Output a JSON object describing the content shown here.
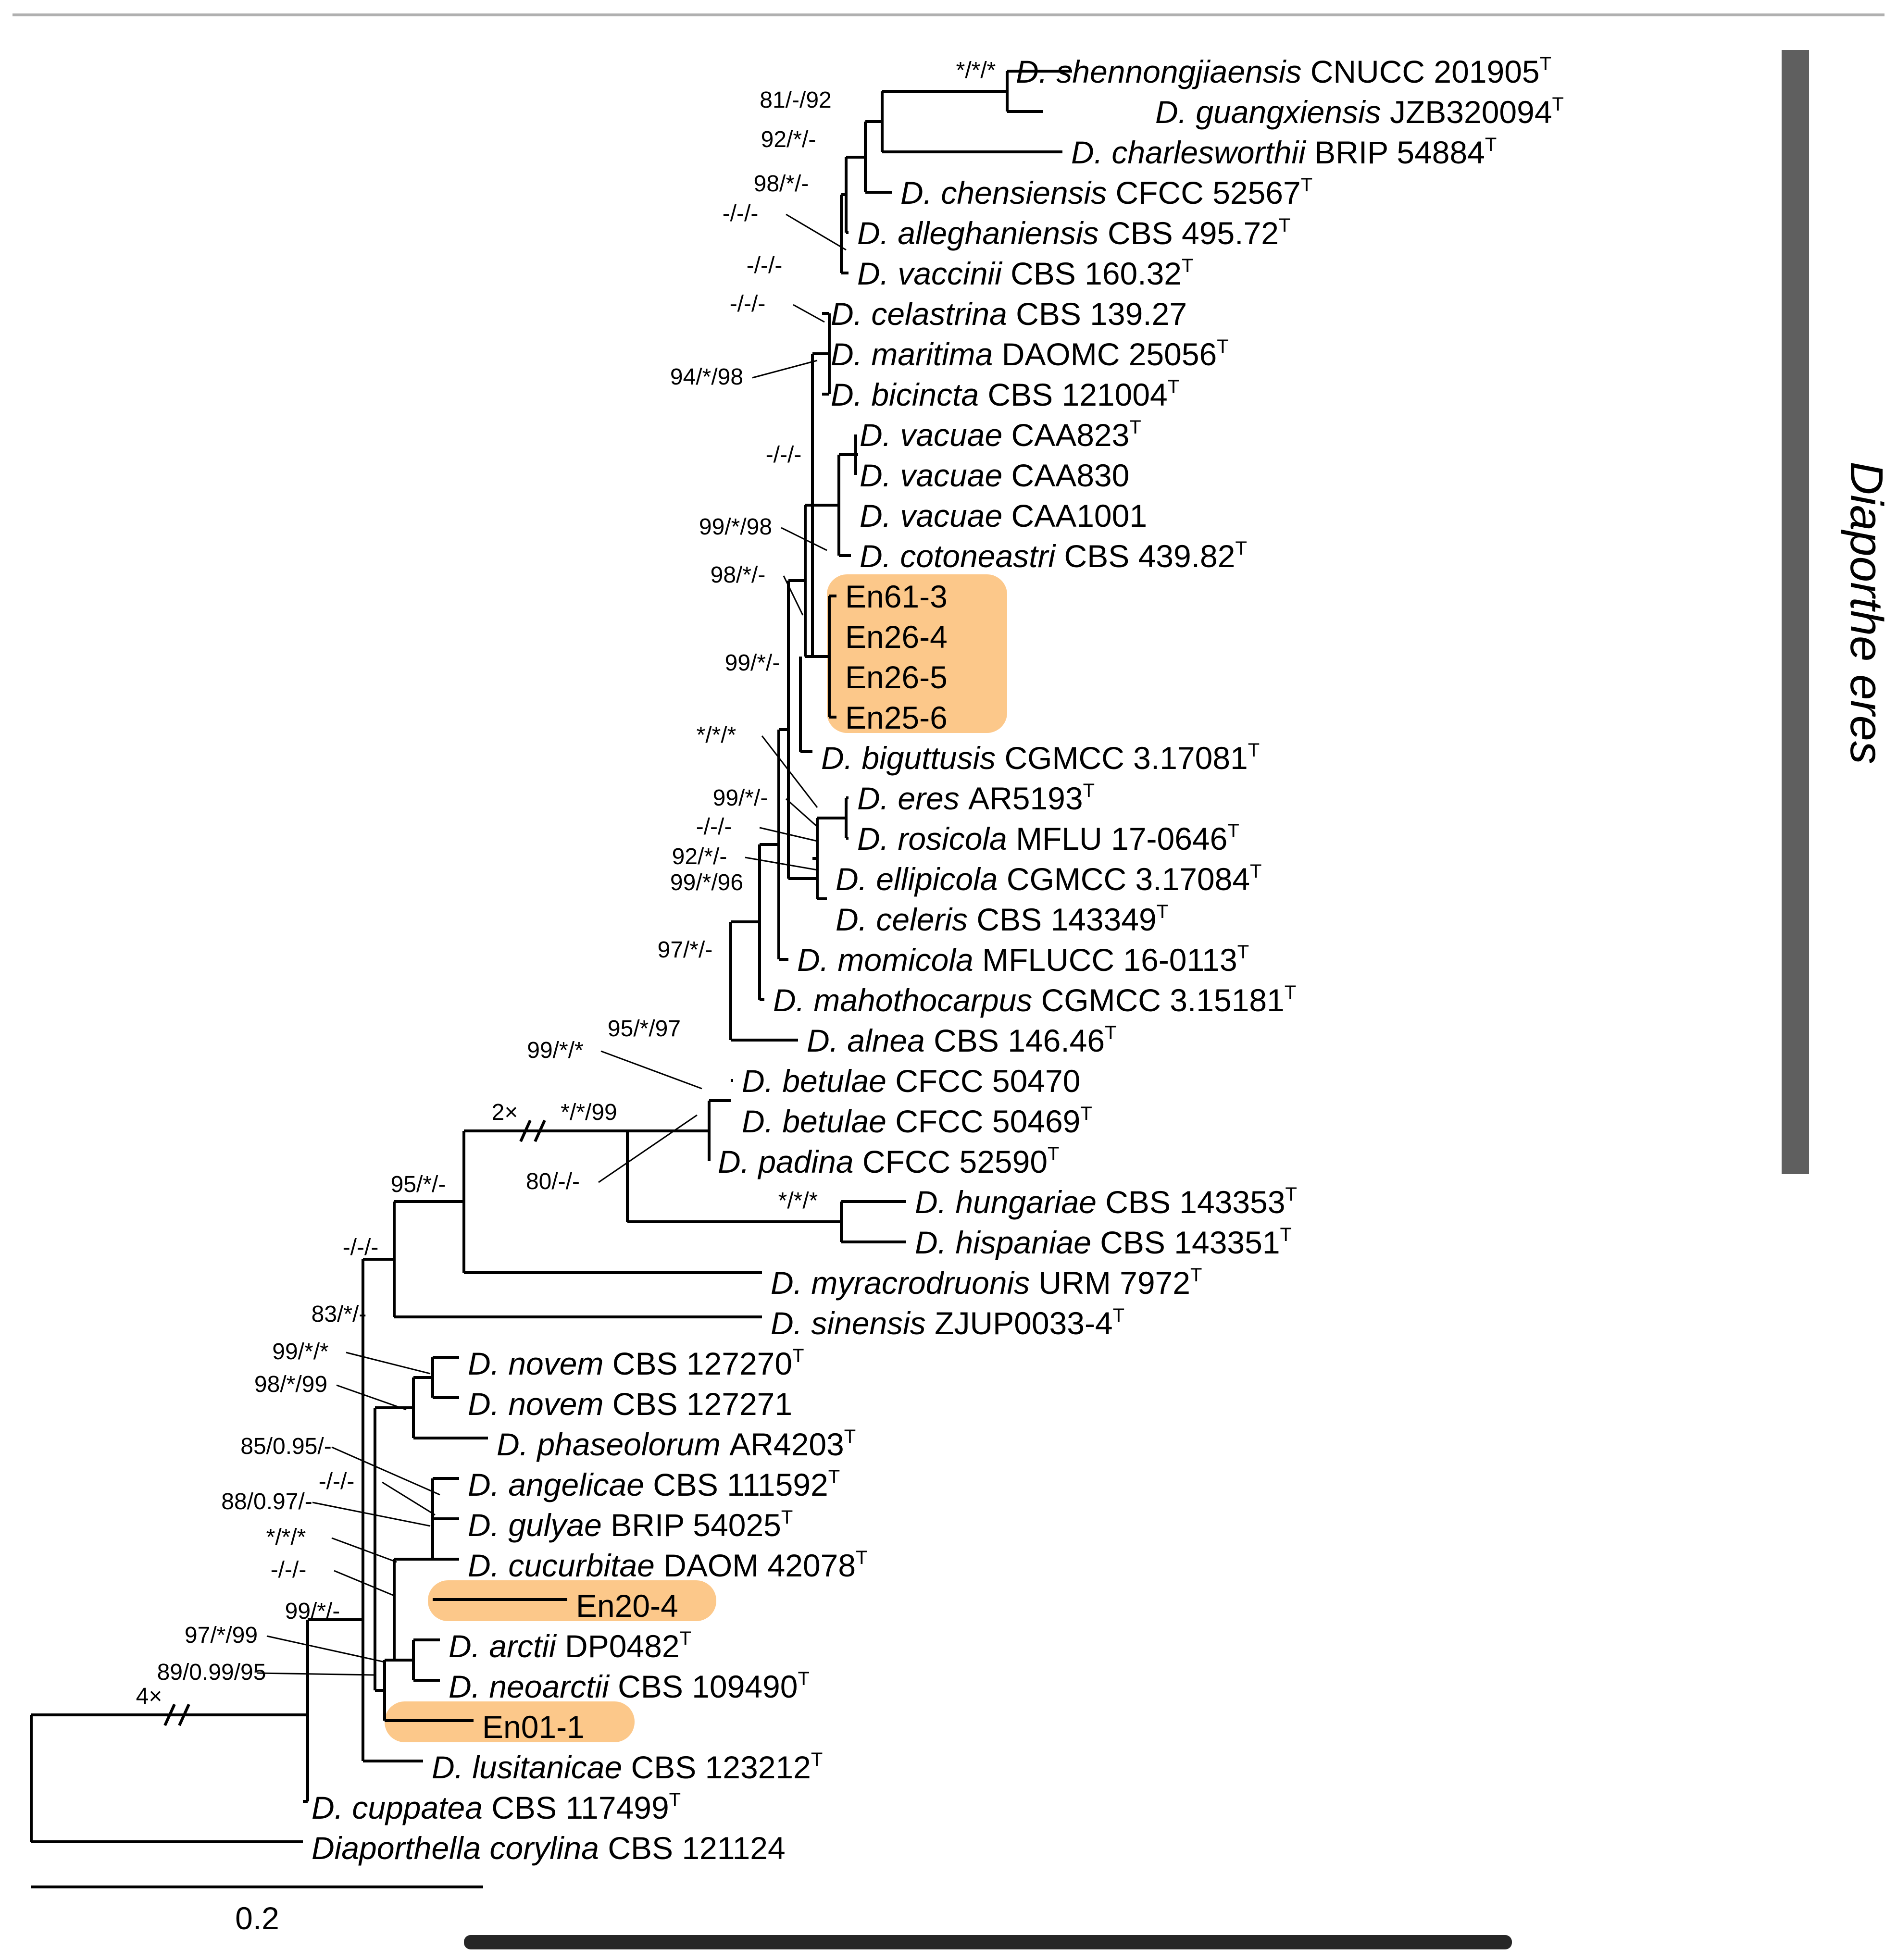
{
  "tree": {
    "clade_label": "Diaporthe eres",
    "scale_label": "0.2",
    "branch_breaks": [
      "2×",
      "4×"
    ],
    "highlight_color": "#fcc88a",
    "clade_bar_color": "#5f5f5f",
    "taxa": [
      {
        "genus": "D.",
        "species": "shennongjiaensis",
        "strain": "CNUCC 201905",
        "type": "T"
      },
      {
        "genus": "D.",
        "species": "guangxiensis",
        "strain": "JZB320094",
        "type": "T"
      },
      {
        "genus": "D.",
        "species": "charlesworthii",
        "strain": "BRIP 54884",
        "type": "T"
      },
      {
        "genus": "D.",
        "species": "chensiensis",
        "strain": "CFCC 52567",
        "type": "T"
      },
      {
        "genus": "D.",
        "species": "alleghaniensis",
        "strain": "CBS 495.72",
        "type": "T"
      },
      {
        "genus": "D.",
        "species": "vaccinii",
        "strain": "CBS 160.32",
        "type": "T"
      },
      {
        "genus": "D.",
        "species": "celastrina",
        "strain": "CBS 139.27",
        "type": ""
      },
      {
        "genus": "D.",
        "species": "maritima",
        "strain": "DAOMC 25056",
        "type": "T"
      },
      {
        "genus": "D.",
        "species": "bicincta",
        "strain": "CBS 121004",
        "type": "T"
      },
      {
        "genus": "D.",
        "species": "vacuae",
        "strain": "CAA823",
        "type": "T"
      },
      {
        "genus": "D.",
        "species": "vacuae",
        "strain": "CAA830",
        "type": ""
      },
      {
        "genus": "D.",
        "species": "vacuae",
        "strain": "CAA1001",
        "type": ""
      },
      {
        "genus": "D.",
        "species": "cotoneastri",
        "strain": "CBS 439.82",
        "type": "T"
      },
      {
        "genus": "",
        "species": "",
        "strain": "En61-3",
        "type": ""
      },
      {
        "genus": "",
        "species": "",
        "strain": "En26-4",
        "type": ""
      },
      {
        "genus": "",
        "species": "",
        "strain": "En26-5",
        "type": ""
      },
      {
        "genus": "",
        "species": "",
        "strain": "En25-6",
        "type": ""
      },
      {
        "genus": "D.",
        "species": "biguttusis",
        "strain": "CGMCC 3.17081",
        "type": "T"
      },
      {
        "genus": "D.",
        "species": "eres",
        "strain": "AR5193",
        "type": "T"
      },
      {
        "genus": "D.",
        "species": "rosicola",
        "strain": "MFLU 17-0646",
        "type": "T"
      },
      {
        "genus": "D.",
        "species": "ellipicola",
        "strain": "CGMCC 3.17084",
        "type": "T"
      },
      {
        "genus": "D.",
        "species": "celeris",
        "strain": "CBS 143349",
        "type": "T"
      },
      {
        "genus": "D.",
        "species": "momicola",
        "strain": "MFLUCC 16-0113",
        "type": "T"
      },
      {
        "genus": "D.",
        "species": "mahothocarpus",
        "strain": "CGMCC 3.15181",
        "type": "T"
      },
      {
        "genus": "D.",
        "species": "alnea",
        "strain": "CBS 146.46",
        "type": "T"
      },
      {
        "genus": "D.",
        "species": "betulae",
        "strain": "CFCC 50470",
        "type": ""
      },
      {
        "genus": "D.",
        "species": "betulae",
        "strain": "CFCC 50469",
        "type": "T"
      },
      {
        "genus": "D.",
        "species": "padina",
        "strain": "CFCC 52590",
        "type": "T"
      },
      {
        "genus": "D.",
        "species": "hungariae",
        "strain": "CBS 143353",
        "type": "T"
      },
      {
        "genus": "D.",
        "species": "hispaniae",
        "strain": "CBS 143351",
        "type": "T"
      },
      {
        "genus": "D.",
        "species": "myracrodruonis",
        "strain": "URM 7972",
        "type": "T"
      },
      {
        "genus": "D.",
        "species": "sinensis",
        "strain": "ZJUP0033-4",
        "type": "T"
      },
      {
        "genus": "D.",
        "species": "novem",
        "strain": "CBS 127270",
        "type": "T"
      },
      {
        "genus": "D.",
        "species": "novem",
        "strain": "CBS 127271",
        "type": ""
      },
      {
        "genus": "D.",
        "species": "phaseolorum",
        "strain": "AR4203",
        "type": "T"
      },
      {
        "genus": "D.",
        "species": "angelicae",
        "strain": "CBS 111592",
        "type": "T"
      },
      {
        "genus": "D.",
        "species": "gulyae",
        "strain": "BRIP 54025",
        "type": "T"
      },
      {
        "genus": "D.",
        "species": "cucurbitae",
        "strain": "DAOM 42078",
        "type": "T"
      },
      {
        "genus": "",
        "species": "",
        "strain": "En20-4",
        "type": ""
      },
      {
        "genus": "D.",
        "species": "arctii",
        "strain": "DP0482",
        "type": "T"
      },
      {
        "genus": "D.",
        "species": "neoarctii",
        "strain": "CBS 109490",
        "type": "T"
      },
      {
        "genus": "",
        "species": "",
        "strain": "En01-1",
        "type": ""
      },
      {
        "genus": "D.",
        "species": "lusitanicae",
        "strain": "CBS 123212",
        "type": "T"
      },
      {
        "genus": "D.",
        "species": "cuppatea",
        "strain": "CBS 117499",
        "type": "T"
      },
      {
        "genus": "Diaporthella",
        "species": "corylina",
        "strain": "CBS 121124",
        "type": ""
      }
    ],
    "support_labels": [
      "*/*/*",
      "81/-/92",
      "92/*/-",
      "98/*/-",
      "-/-/-",
      "-/-/-",
      "-/-/-",
      "94/*/98",
      "-/-/-",
      "99/*/98",
      "98/*/-",
      "99/*/-",
      "*/*/*",
      "99/*/-",
      "-/-/-",
      "92/*/-",
      "99/*/96",
      "97/*/-",
      "95/*/97",
      "99/*/*",
      "*/*/99",
      "80/-/-",
      "*/*/*",
      "95/*/-",
      "-/-/-",
      "83/*/-",
      "99/*/*",
      "98/*/99",
      "85/0.95/-",
      "-/-/-",
      "88/0.97/-",
      "*/*/*",
      "-/-/-",
      "99/*/-",
      "97/*/99",
      "89/0.99/95"
    ]
  }
}
